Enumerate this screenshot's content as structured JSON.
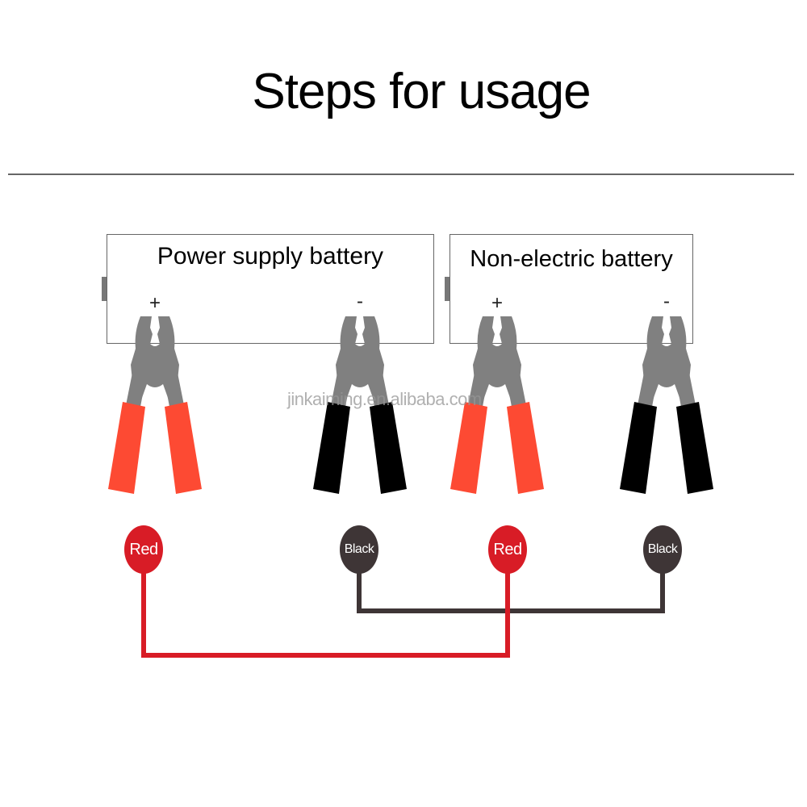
{
  "title": "Steps for usage",
  "watermark": "jinkaiming.en.alibaba.com",
  "colors": {
    "red_handle": "#fd4a33",
    "black_handle": "#000000",
    "clamp_metal": "#808080",
    "red_node": "#d81c26",
    "black_node": "#3e3536",
    "red_wire": "#d81c26",
    "black_wire": "#3e3536",
    "battery_border": "#666666"
  },
  "batteries": [
    {
      "name": "Power supply battery",
      "terminals": [
        {
          "sign": "+"
        },
        {
          "sign": "-"
        }
      ]
    },
    {
      "name": "Non-electric battery",
      "terminals": [
        {
          "sign": "+"
        },
        {
          "sign": "-"
        }
      ]
    }
  ],
  "clamps": [
    {
      "color": "red",
      "battery": "Power supply battery",
      "terminal": "+"
    },
    {
      "color": "black",
      "battery": "Power supply battery",
      "terminal": "-"
    },
    {
      "color": "red",
      "battery": "Non-electric battery",
      "terminal": "+"
    },
    {
      "color": "black",
      "battery": "Non-electric battery",
      "terminal": "-"
    }
  ],
  "nodes": [
    {
      "label": "Red",
      "color": "red"
    },
    {
      "label": "Black",
      "color": "black"
    },
    {
      "label": "Red",
      "color": "red"
    },
    {
      "label": "Black",
      "color": "black"
    }
  ],
  "connections": [
    {
      "from": "Power supply battery +",
      "to": "Non-electric battery +",
      "wire": "red"
    },
    {
      "from": "Power supply battery -",
      "to": "Non-electric battery -",
      "wire": "black"
    }
  ]
}
